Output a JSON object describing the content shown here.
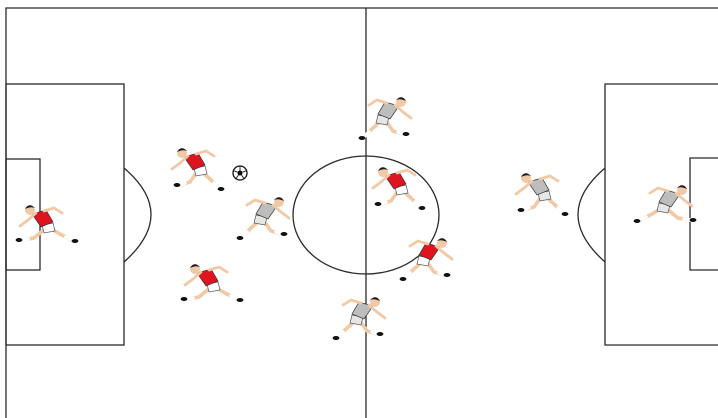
{
  "pitch": {
    "background_color": "#ffffff",
    "line_color": "#2a2a2a"
  },
  "teams": {
    "red": {
      "shirt_color": "#e0141e",
      "shorts_color": "#ffffff"
    },
    "grey": {
      "shirt_color": "#bdbdbd",
      "shorts_color": "#e6e6e6"
    }
  },
  "players": [
    {
      "team": "red",
      "pose": "tackle-right",
      "role": "goalkeeper-left"
    },
    {
      "team": "red",
      "pose": "run-right",
      "role": "midfielder"
    },
    {
      "team": "red",
      "pose": "tackle-right",
      "role": "defender"
    },
    {
      "team": "red",
      "pose": "run-right",
      "role": "forward"
    },
    {
      "team": "red",
      "pose": "run-left",
      "role": "forward"
    },
    {
      "team": "grey",
      "pose": "run-left",
      "role": "midfielder"
    },
    {
      "team": "grey",
      "pose": "run-left",
      "role": "forward"
    },
    {
      "team": "grey",
      "pose": "run-right",
      "role": "defender"
    },
    {
      "team": "grey",
      "pose": "run-left",
      "role": "midfielder"
    },
    {
      "team": "grey",
      "pose": "tackle-left",
      "role": "goalkeeper-right"
    }
  ],
  "ball": {
    "icon": "soccer-ball"
  }
}
